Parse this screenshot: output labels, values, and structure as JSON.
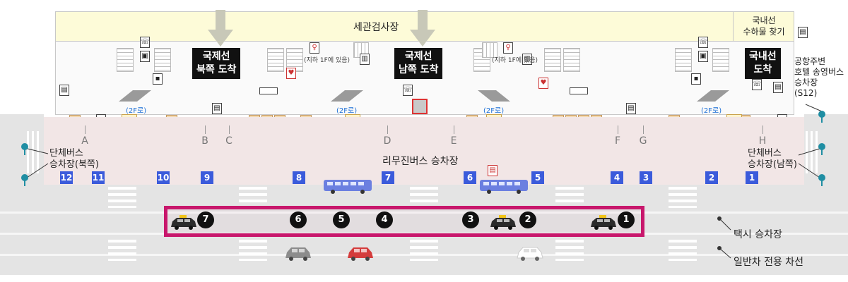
{
  "terminal": {
    "customs_label": "세관검사장",
    "domestic_baggage_label_line1": "국내선",
    "domestic_baggage_label_line2": "수하물 찾기",
    "arrival_north_line1": "국제선",
    "arrival_north_line2": "북쪽 도착",
    "arrival_south_line1": "국제선",
    "arrival_south_line2": "남쪽 도착",
    "arrival_domestic_line1": "국내선",
    "arrival_domestic_line2": "도착",
    "escalator_label": "(2F로)",
    "b1_note": "(지하 1F에 있음)"
  },
  "gates": [
    "A",
    "B",
    "C",
    "D",
    "E",
    "F",
    "G",
    "H"
  ],
  "bus_stops": {
    "limousine_label": "리무진버스 승차장",
    "group_north_line1": "단체버스",
    "group_north_line2": "승차장(북쪽)",
    "group_south_line1": "단체버스",
    "group_south_line2": "승차장(남쪽)",
    "hotel_shuttle_line1": "공항주변",
    "hotel_shuttle_line2": "호텔 송영버스",
    "hotel_shuttle_line3": "승차장",
    "hotel_shuttle_line4": "(S12)",
    "stop_numbers": [
      "12",
      "11",
      "10",
      "9",
      "8",
      "7",
      "6",
      "5",
      "4",
      "3",
      "2",
      "1"
    ]
  },
  "taxi": {
    "label": "택시 승차장",
    "stand_numbers": [
      "7",
      "6",
      "5",
      "4",
      "3",
      "2",
      "1"
    ]
  },
  "general_lane_label": "일반차 전용 차선",
  "colors": {
    "taxi_zone": "#c8176c",
    "bus_stop": "#3b5bdb",
    "customs_band": "#fdfbd8",
    "sidewalk": "#f2e6e6",
    "road": "#e4e4e4",
    "escalator_text": "#1c6fd6",
    "bus": "#6b7fe0",
    "car_red": "#d43c3c",
    "car_gray": "#8c8c8c",
    "car_white": "#ffffff",
    "taxi_car": "#2b2b2b"
  },
  "icons": {
    "down_arrow": "down-arrow-icon",
    "escalator": "escalator-icon",
    "elevator": "elevator-icon",
    "phone": "phone-icon",
    "restroom": "restroom-icon",
    "aed": "aed-icon",
    "bus": "bus-icon",
    "taxi": "taxi-icon",
    "car": "car-icon",
    "info": "info-icon"
  }
}
